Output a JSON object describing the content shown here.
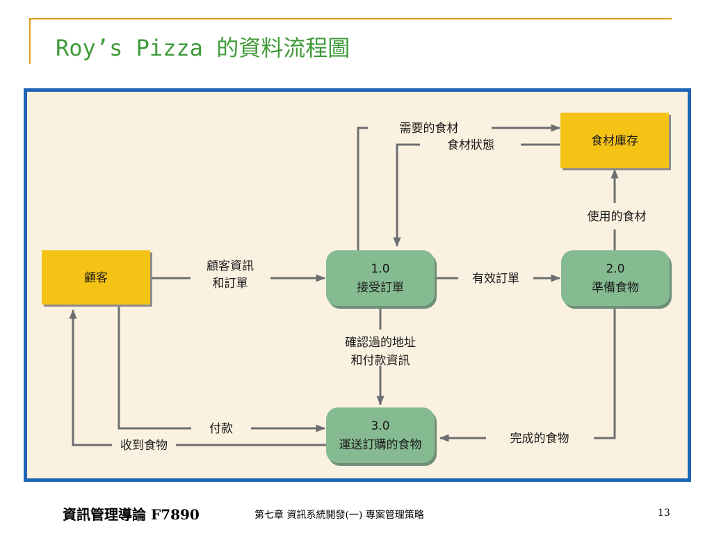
{
  "slide": {
    "title": "Roy’s Pizza 的資料流程圖"
  },
  "diagram": {
    "entities": {
      "customer": "顧客",
      "inventory": "食材庫存"
    },
    "processes": {
      "p1": {
        "number": "1.0",
        "name": "接受訂單"
      },
      "p2": {
        "number": "2.0",
        "name": "準備食物"
      },
      "p3": {
        "number": "3.0",
        "name": "運送訂購的食物"
      }
    },
    "flows": {
      "customer_info_line1": "顧客資訊",
      "customer_info_line2": "和訂單",
      "valid_order": "有效訂單",
      "needed_ingredients": "需要的食材",
      "ingredient_status": "食材狀態",
      "used_ingredients": "使用的食材",
      "confirmed_line1": "確認過的地址",
      "confirmed_line2": "和付款資訊",
      "payment": "付款",
      "received_food": "收到食物",
      "finished_food": "完成的食物"
    },
    "colors": {
      "entity_fill": "#f5c216",
      "process_fill": "#86bb92",
      "frame_border": "#1f65b6",
      "frame_fill": "#fbf1e1",
      "arrow": "#6d6e71"
    }
  },
  "footer": {
    "course": "資訊管理導論 F7890",
    "chapter": "第七章 資訊系統開發(一) 專案管理策略",
    "page": "13"
  }
}
